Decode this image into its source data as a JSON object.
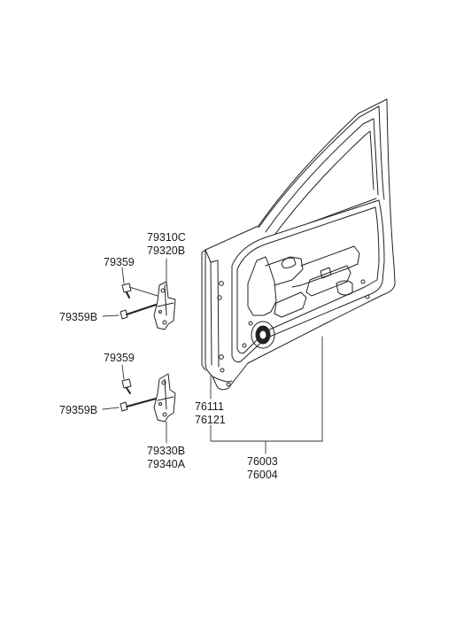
{
  "parts": {
    "upper_hinge": [
      "79310C",
      "79320B"
    ],
    "upper_bolt": "79359",
    "upper_bolt_b": "79359B",
    "lower_bolt": "79359",
    "lower_bolt_b": "79359B",
    "lower_hinge": [
      "79330B",
      "79340A"
    ],
    "door_panel": [
      "76111",
      "76121"
    ],
    "door_assembly": [
      "76003",
      "76004"
    ]
  }
}
